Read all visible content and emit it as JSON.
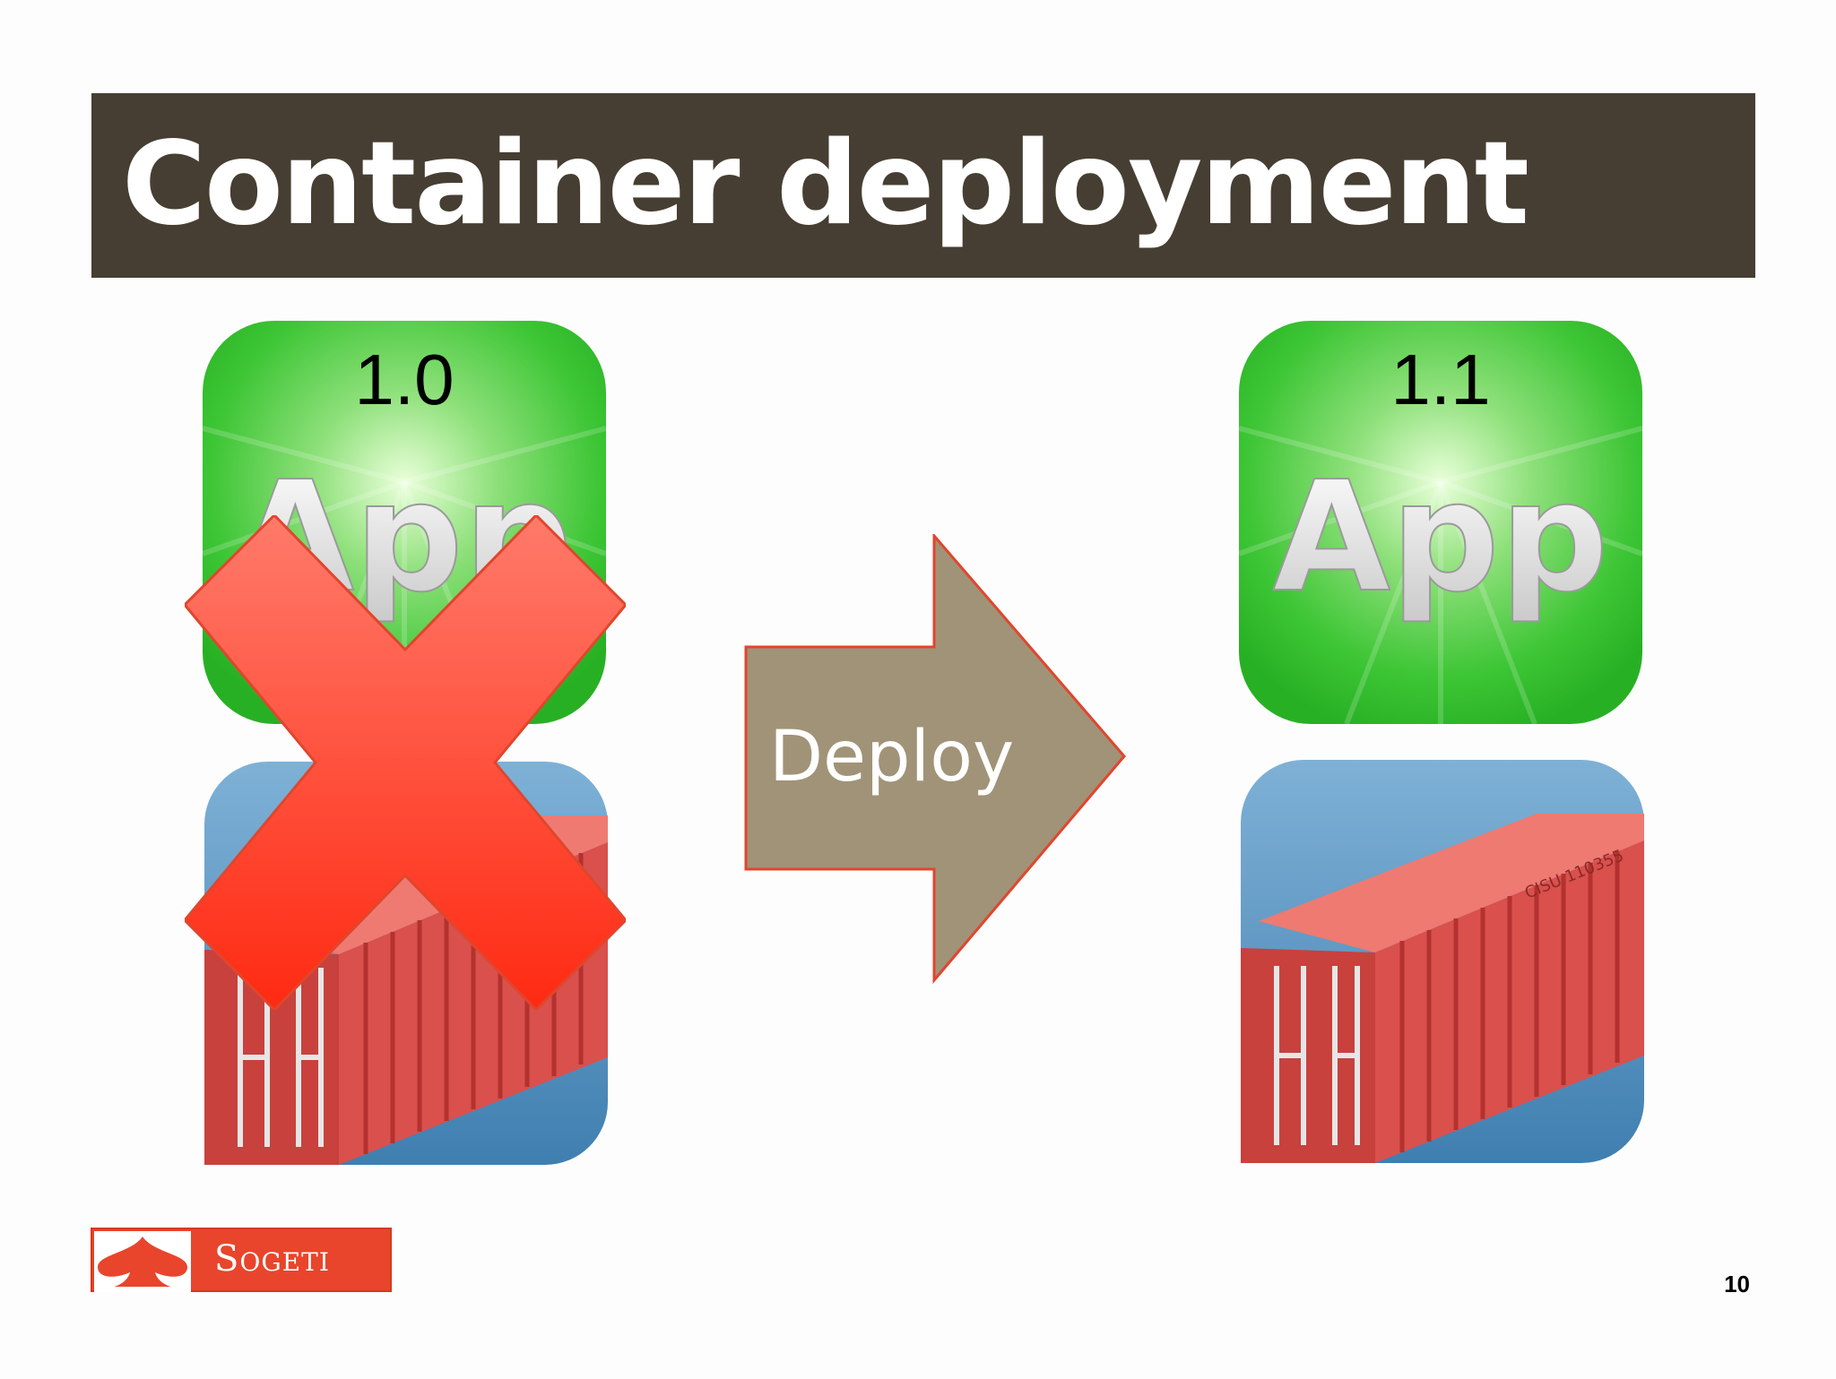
{
  "slide": {
    "title": "Container deployment",
    "page_number": "10"
  },
  "before": {
    "version": "1.0",
    "app_label": "App"
  },
  "after": {
    "version": "1.1",
    "app_label": "App"
  },
  "arrow": {
    "label": "Deploy"
  },
  "container": {
    "marking": "CISU 110355"
  },
  "logo": {
    "text": "Sogeti"
  },
  "colors": {
    "title_bar": "#463e32",
    "arrow_fill": "#a09377",
    "arrow_stroke": "#e0462d",
    "cross": "#ff4a3a",
    "app_green": "#2ec42b",
    "container_red": "#d9504d",
    "icon_blue": "#4c89b7",
    "logo": "#e8452c"
  }
}
